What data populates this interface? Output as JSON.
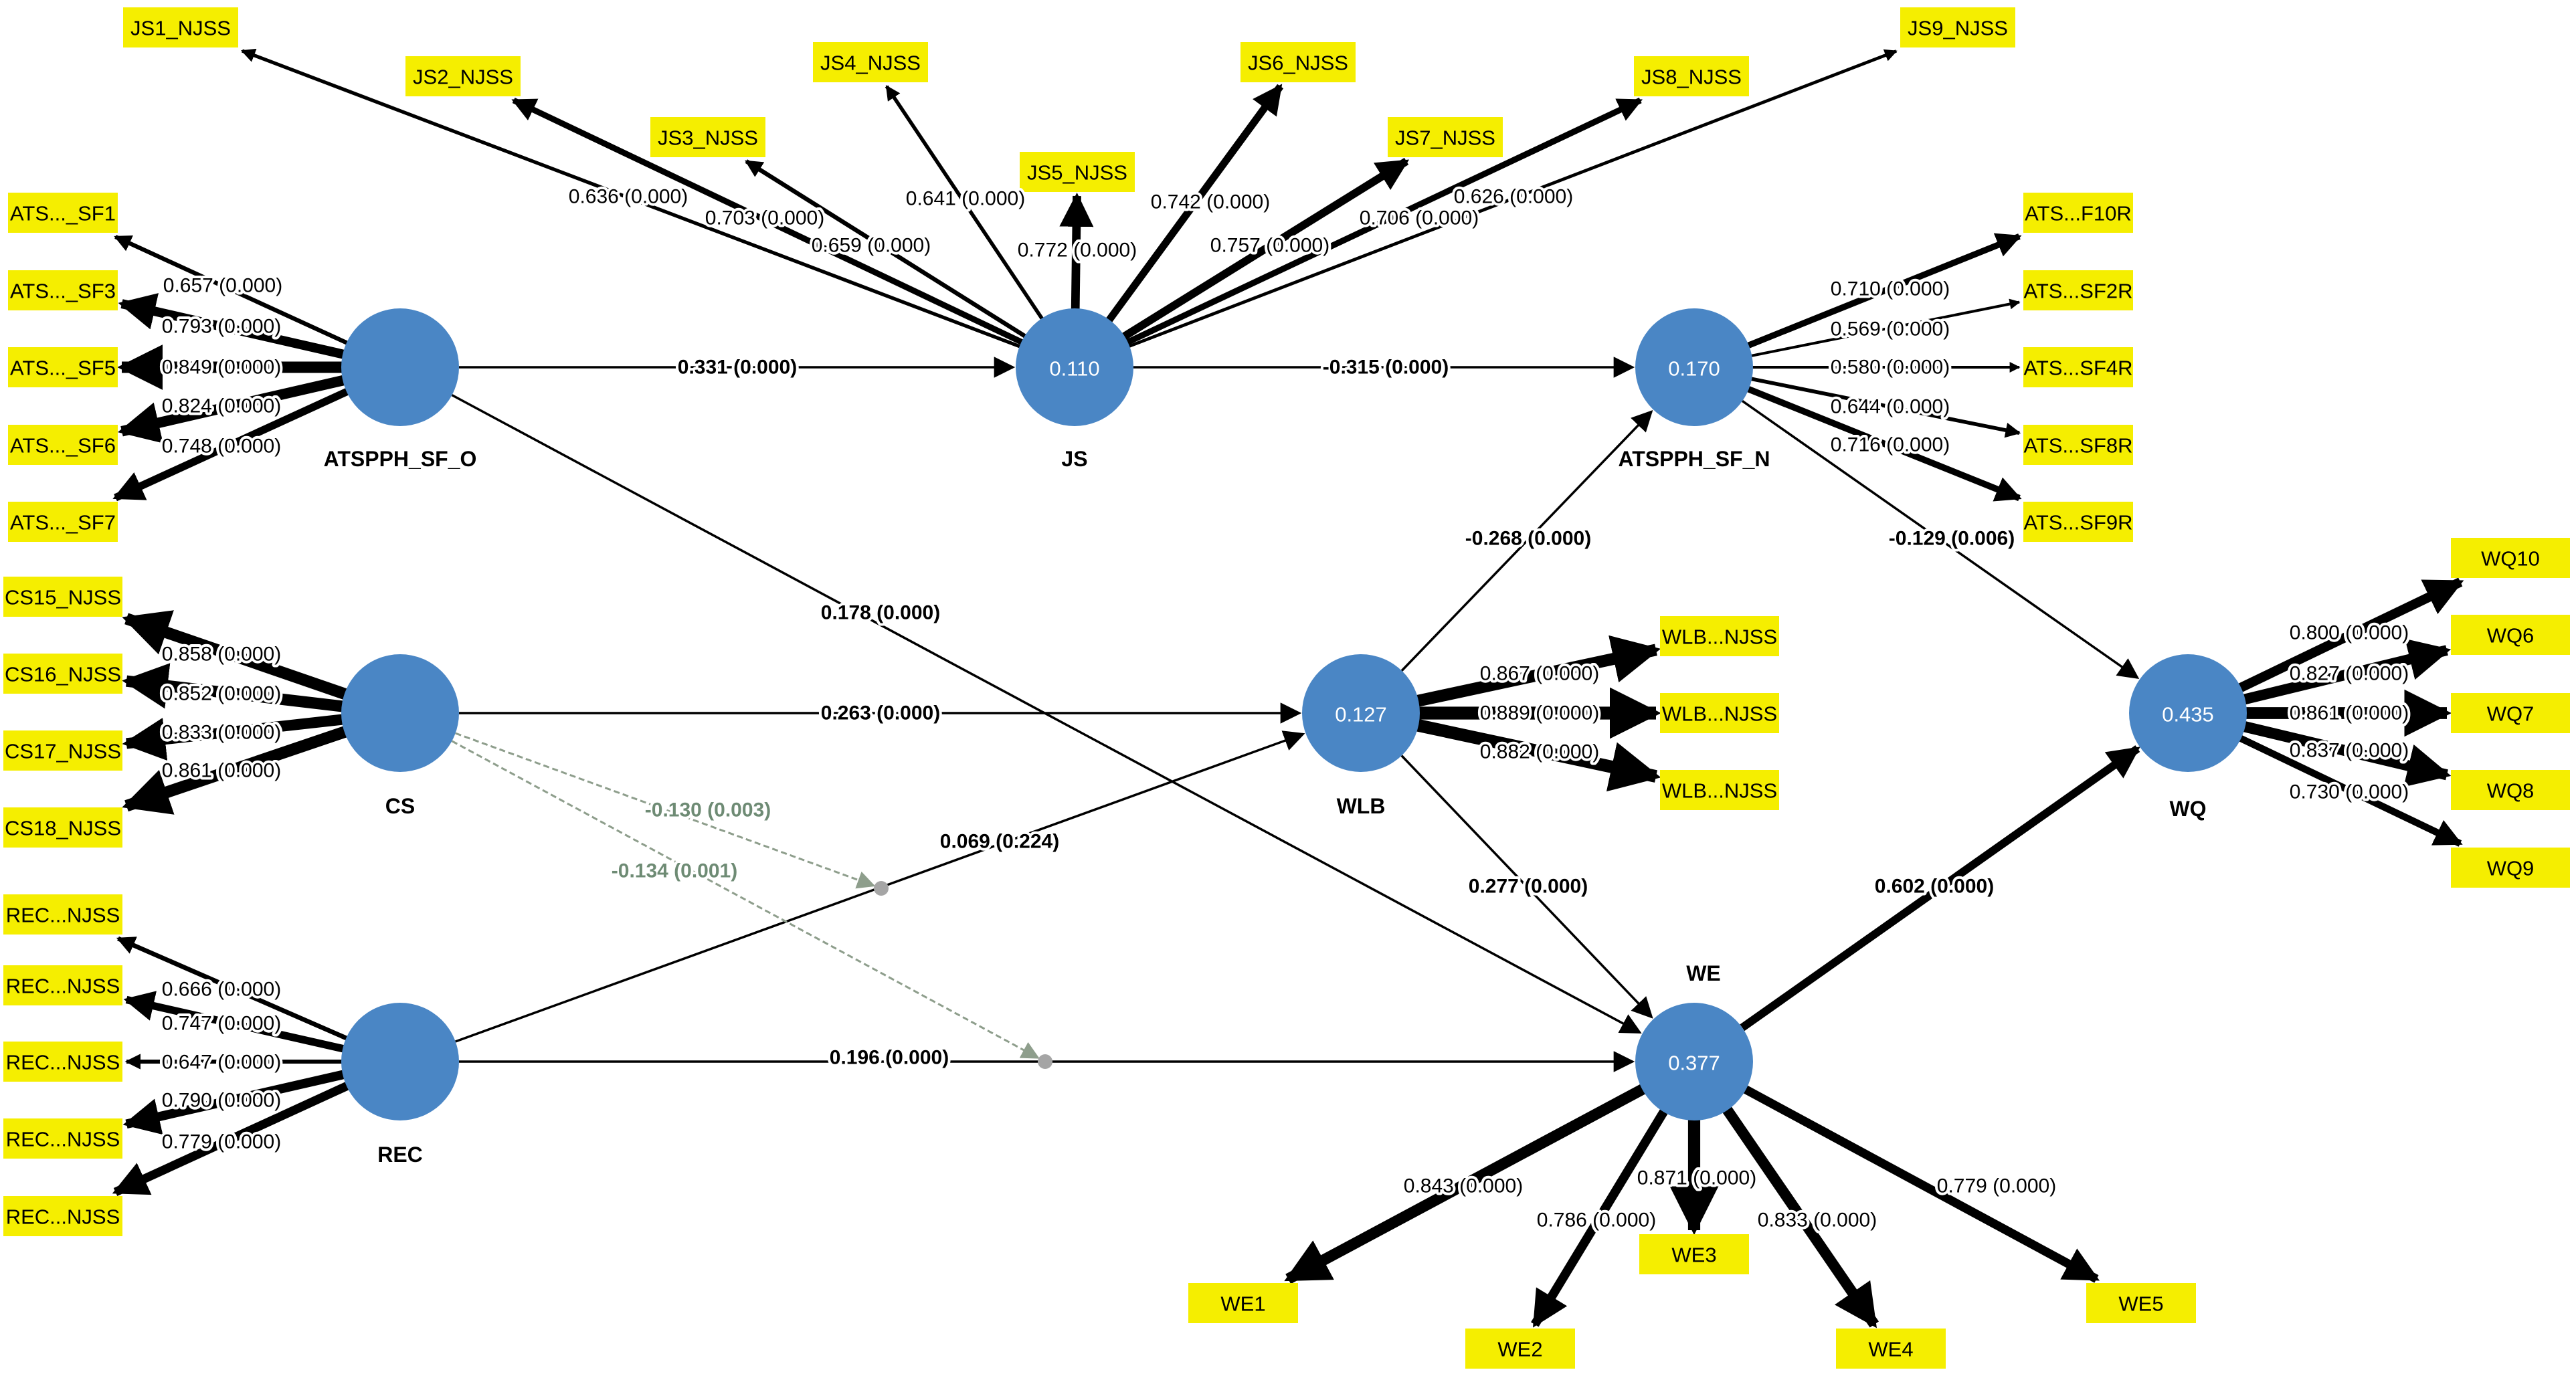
{
  "colors": {
    "construct_fill": "#4a86c5",
    "indicator_fill": "#f5ee00",
    "arrow": "#000000",
    "moderator": "#8e9e8c",
    "moderator_dot": "#a5a5a5"
  },
  "constructs": {
    "ATSPPH_SF_O": {
      "name": "ATSPPH_SF_O",
      "r2": ""
    },
    "JS": {
      "name": "JS",
      "r2": "0.110"
    },
    "ATSPPH_SF_N": {
      "name": "ATSPPH_SF_N",
      "r2": "0.170"
    },
    "CS": {
      "name": "CS",
      "r2": ""
    },
    "REC": {
      "name": "REC",
      "r2": ""
    },
    "WLB": {
      "name": "WLB",
      "r2": "0.127"
    },
    "WE": {
      "name": "WE",
      "r2": "0.377"
    },
    "WQ": {
      "name": "WQ",
      "r2": "0.435"
    }
  },
  "indicators": {
    "JS1": "JS1_NJSS",
    "JS2": "JS2_NJSS",
    "JS3": "JS3_NJSS",
    "JS4": "JS4_NJSS",
    "JS5": "JS5_NJSS",
    "JS6": "JS6_NJSS",
    "JS7": "JS7_NJSS",
    "JS8": "JS8_NJSS",
    "JS9": "JS9_NJSS",
    "O1": "ATS..._SF1",
    "O3": "ATS..._SF3",
    "O5": "ATS..._SF5",
    "O6": "ATS..._SF6",
    "O7": "ATS..._SF7",
    "CS15": "CS15_NJSS",
    "CS16": "CS16_NJSS",
    "CS17": "CS17_NJSS",
    "CS18": "CS18_NJSS",
    "REC1": "REC...NJSS",
    "REC2": "REC...NJSS",
    "REC3": "REC...NJSS",
    "REC4": "REC...NJSS",
    "REC5": "REC...NJSS",
    "N10": "ATS...F10R",
    "N2": "ATS...SF2R",
    "N4": "ATS...SF4R",
    "N8": "ATS...SF8R",
    "N9": "ATS...SF9R",
    "WLB1": "WLB...NJSS",
    "WLB2": "WLB...NJSS",
    "WLB3": "WLB...NJSS",
    "WQ10": "WQ10",
    "WQ6": "WQ6",
    "WQ7": "WQ7",
    "WQ8": "WQ8",
    "WQ9": "WQ9",
    "WE1": "WE1",
    "WE2": "WE2",
    "WE3": "WE3",
    "WE4": "WE4",
    "WE5": "WE5"
  },
  "loadings": {
    "JS1": "0.636 (0.000)",
    "JS2": "0.703 (0.000)",
    "JS3": "0.659 (0.000)",
    "JS4": "0.641 (0.000)",
    "JS5": "0.772 (0.000)",
    "JS6": "0.742 (0.000)",
    "JS7": "0.757 (0.000)",
    "JS8": "0.706 (0.000)",
    "JS9": "0.626 (0.000)",
    "O1": "0.657 (0.000)",
    "O3": "0.793 (0.000)",
    "O5": "0.849 (0.000)",
    "O6": "0.824 (0.000)",
    "O7": "0.748 (0.000)",
    "CS15": "0.858 (0.000)",
    "CS16": "0.852 (0.000)",
    "CS17": "0.833 (0.000)",
    "CS18": "0.861 (0.000)",
    "REC1": "0.666 (0.000)",
    "REC2": "0.747 (0.000)",
    "REC3": "0.647 (0.000)",
    "REC4": "0.790 (0.000)",
    "REC5": "0.779 (0.000)",
    "N10": "0.710 (0.000)",
    "N2": "0.569 (0.000)",
    "N4": "0.580 (0.000)",
    "N8": "0.644 (0.000)",
    "N9": "0.716 (0.000)",
    "WLB1": "0.867 (0.000)",
    "WLB2": "0.889 (0.000)",
    "WLB3": "0.882 (0.000)",
    "WQ10": "0.800 (0.000)",
    "WQ6": "0.827 (0.000)",
    "WQ7": "0.861 (0.000)",
    "WQ8": "0.837 (0.000)",
    "WQ9": "0.730 (0.000)",
    "WE1": "0.843 (0.000)",
    "WE2": "0.786 (0.000)",
    "WE3": "0.871 (0.000)",
    "WE4": "0.833 (0.000)",
    "WE5": "0.779 (0.000)"
  },
  "paths": {
    "O_JS": "0.331 (0.000)",
    "JS_N": "-0.315 (0.000)",
    "O_WE": "0.178 (0.000)",
    "CS_WLB": "0.263 (0.000)",
    "REC_WLB": "0.069 (0.224)",
    "REC_WE": "0.196 (0.000)",
    "WLB_N": "-0.268 (0.000)",
    "WLB_WE": "0.277 (0.000)",
    "N_WQ": "-0.129 (0.006)",
    "WE_WQ": "0.602 (0.000)"
  },
  "moderation": {
    "m1": "-0.130 (0.003)",
    "m2": "-0.134 (0.001)"
  }
}
